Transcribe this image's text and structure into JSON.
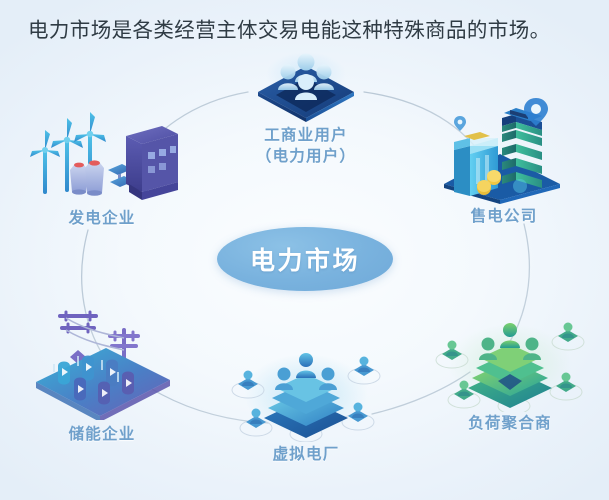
{
  "heading": {
    "text": "电力市场是各类经营主体交易电能这种特殊商品的市场。"
  },
  "center": {
    "label": "电力市场"
  },
  "colors": {
    "background": "#eef5fb",
    "heading_text": "#2f3b44",
    "node_label": "#6fa0cb",
    "center_fill": "#79b2de",
    "center_text": "#ffffff",
    "ring_stroke": "#aebfcd",
    "accent_blue": "#1b4f96",
    "accent_cyan": "#35a8dd",
    "accent_teal": "#2fb3a0",
    "accent_green": "#5cb85c",
    "accent_purple": "#6a5fb5"
  },
  "nodes": [
    {
      "id": "top",
      "icon": "users-on-platform-icon",
      "label_line1": "工商业用户",
      "label_line2": "（电力用户）"
    },
    {
      "id": "topleft",
      "icon": "power-generation-plant-icon",
      "label_line1": "发电企业",
      "label_line2": ""
    },
    {
      "id": "topright",
      "icon": "electricity-retail-buildings-icon",
      "label_line1": "售电公司",
      "label_line2": ""
    },
    {
      "id": "botleft",
      "icon": "energy-storage-battery-icon",
      "label_line1": "储能企业",
      "label_line2": ""
    },
    {
      "id": "botmid",
      "icon": "virtual-power-plant-network-icon",
      "label_line1": "虚拟电厂",
      "label_line2": ""
    },
    {
      "id": "botright",
      "icon": "load-aggregator-network-icon",
      "label_line1": "负荷聚合商",
      "label_line2": ""
    }
  ]
}
